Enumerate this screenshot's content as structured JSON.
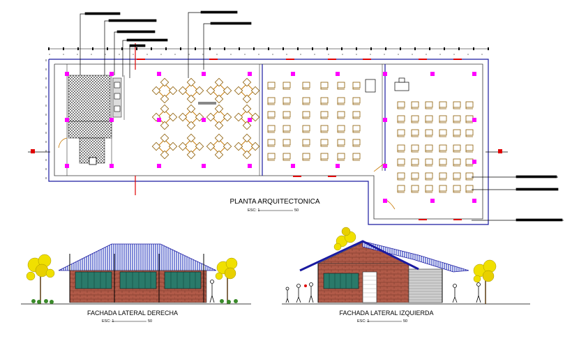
{
  "plan": {
    "title": "PLANTA ARQUITECTONICA",
    "scale_prefix": "ESC: 1",
    "scale_value": "50"
  },
  "elevation_right": {
    "title": "FACHADA LATERAL DERECHA",
    "scale_prefix": "ESC: 1",
    "scale_value": "50"
  },
  "elevation_left": {
    "title": "FACHADA LATERAL IZQUIERDA",
    "scale_prefix": "ESC: 1",
    "scale_value": "50"
  },
  "colors": {
    "line": "#000000",
    "wall_blue": "#1a1aa0",
    "column_magenta": "#ff00ff",
    "furniture": "#8b5a00",
    "table_orange": "#c87800",
    "roof_blue": "#3040c0",
    "brick": "#a05040",
    "window_teal": "#2a7a6a",
    "tree_yellow": "#f0e000",
    "wall_red": "#e00000"
  }
}
